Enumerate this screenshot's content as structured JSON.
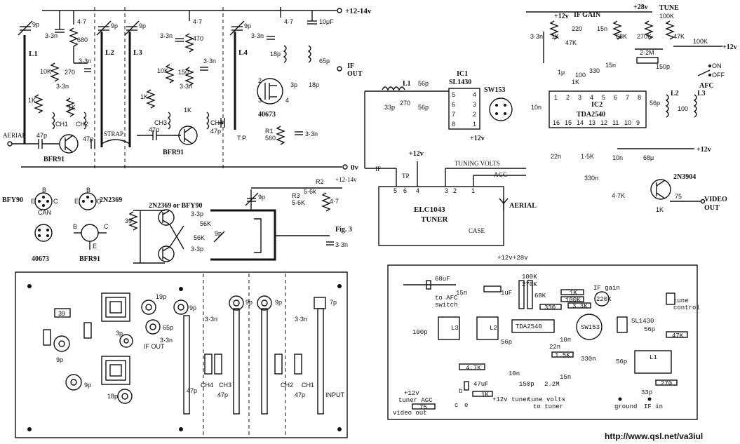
{
  "url": "http://www.qsl.net/va3iul",
  "preamp": {
    "supply": "+12-14v",
    "ground": "0v",
    "aerial": "AERIAL",
    "coils": [
      "L1",
      "L2",
      "L3",
      "L4"
    ],
    "strap": "STRAP",
    "tp": "T.P.",
    "if_out": [
      "IF",
      "OUT"
    ],
    "q1": "BFR91",
    "q2": "BFR91",
    "q3": "40673",
    "r1": "R1",
    "r1_val": "560",
    "trimmer": "9p",
    "vals": {
      "c47": "4·7",
      "c33n": "3·3n",
      "r680": "680",
      "r10k": "10K",
      "r1k": "1K",
      "r270": "270",
      "r470": "470",
      "r150": "150",
      "c47p": "47p",
      "c10u": "10μF",
      "c18": "18p",
      "c3p": "3p",
      "c65": "65p",
      "ch1": "CH1",
      "ch2": "CH2",
      "ch3": "CH3",
      "ch4": "CH4"
    }
  },
  "pinouts": {
    "bfy90": "BFY90",
    "t2n2369": "2N2369",
    "t40673": "40673",
    "bfr91": "BFR91",
    "e": "E",
    "b": "B",
    "c": "C",
    "can": "CAN"
  },
  "oscillator": {
    "title": "2N2369 or BFY90",
    "r39": "39",
    "c33p": "3·3p",
    "r56k": "56K",
    "c9p": "9p",
    "r2": "R2",
    "r2_val": "5·6k",
    "r3": "R3",
    "r3_val": "5·6K",
    "c47": "4·7",
    "c33n": "3·3n",
    "supply": "+12-14v",
    "fig": "Fig. 3"
  },
  "if_amp": {
    "ic1": "IC1",
    "ic1_type": "SL1430",
    "ic2": "IC2",
    "ic2_type": "TDA2540",
    "sw": "SW153",
    "l1": "L1",
    "l2": "L2",
    "l3": "L3",
    "if_gain": "IF GAIN",
    "tune": "TUNE",
    "afc": "AFC",
    "on": "ON",
    "off": "OFF",
    "supply12": "+12v",
    "supply28": "+28v",
    "video_out": [
      "VIDEO",
      "OUT"
    ],
    "q": "2N3904",
    "vals": {
      "c33": "33p",
      "c56": "56p",
      "r270": "270",
      "c10n": "10n",
      "c22n": "22n",
      "r15k": "1·5K",
      "c330n": "330n",
      "r220": "220",
      "r47k": "47K",
      "r1k": "1K",
      "r100k": "100K",
      "r330": "330",
      "c15n": "15n",
      "r68k": "68K",
      "r270k": "270K",
      "r22m": "2·2M",
      "c150p": "150p",
      "c1u": "1μ",
      "c68": "68μ",
      "r47": "4·7K",
      "r75": "75",
      "r1k2": "1K",
      "c33n": "3·3n",
      "c100": "100"
    },
    "ic1_pins": [
      "5",
      "4",
      "6",
      "3",
      "7",
      "2",
      "8",
      "1"
    ],
    "ic2_pins_top": [
      "1",
      "2",
      "3",
      "4",
      "5",
      "6",
      "7",
      "8"
    ],
    "ic2_pins_bot": [
      "16",
      "15",
      "14",
      "13",
      "12",
      "11",
      "10",
      "9"
    ]
  },
  "tuner": {
    "name": "ELC1043",
    "sub": "TUNER",
    "case": "CASE",
    "aerial": "AERIAL",
    "if": "IF",
    "tp": "TP",
    "tuning_volts": "TUNING VOLTS",
    "agc": "AGC",
    "supply": "+12v",
    "pins": [
      "5",
      "6",
      "4",
      "3",
      "2",
      "1"
    ]
  },
  "pcb": {
    "r39": "39",
    "c9p": "9p",
    "c19p": "19p",
    "c65p": "65p",
    "c7p": "7p",
    "c3p": "3p",
    "c18p": "18p",
    "if_out": "IF OUT",
    "input": "INPUT",
    "c33n": "3·3n",
    "c47p": "47p",
    "ch": [
      "CH1",
      "CH2",
      "CH3",
      "CH4"
    ]
  },
  "layout": {
    "p28": "+28v",
    "p12": "+12v",
    "c68u": "68uF",
    "c15n": "15n",
    "c1u": "1uF",
    "r100k": "100K",
    "r270k": "270K",
    "r68k": "68K",
    "r1k": "1K",
    "r100k2": "100K",
    "r33k": "3.3K",
    "r220k": "220K",
    "r330": "330",
    "if_gain": "IF gain",
    "tune_control": [
      "tune",
      "control"
    ],
    "to_afc": [
      "to AFC",
      "switch"
    ],
    "c100p": "100p",
    "l3": "L3",
    "l2": "L2",
    "c56p": "56p",
    "tda": "TDA2540",
    "sw": "SW153",
    "sl": "SL1430",
    "r47k": "47K",
    "c10n": "10n",
    "c22n": "22n",
    "r15k": "1.5K",
    "c330n": "330n",
    "l1": "L1",
    "r47": "4.7K",
    "c10n2": "10n",
    "c150p": "150p",
    "r22m": "2.2M",
    "c15n2": "15n",
    "c47u": "47uF",
    "r1k2": "1K",
    "r270": "270",
    "c33p": "33p",
    "r75": "75",
    "tuner_agc": [
      "+12v",
      "tuner AGC"
    ],
    "video_out": "video out",
    "plus12_tuner": "+12v tuner",
    "tune_volts": [
      "tune volts",
      "to tuner"
    ],
    "ground": "ground",
    "if_in": "IF in",
    "ce": [
      "c",
      "e"
    ],
    "b": "b"
  }
}
